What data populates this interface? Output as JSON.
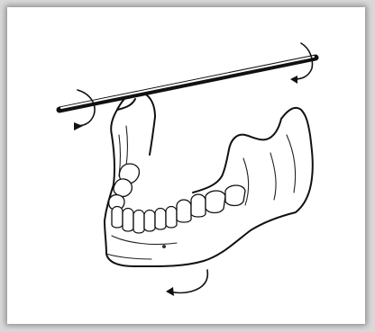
{
  "figure": {
    "subject": "mandible-with-rotation-axis-rod",
    "colors": {
      "background": "#ffffff",
      "frame": "#d9d9d9",
      "ink": "#111111"
    },
    "icons": [
      "rotation-arrow-left",
      "rotation-arrow-right",
      "rotation-arrow-bottom"
    ]
  }
}
